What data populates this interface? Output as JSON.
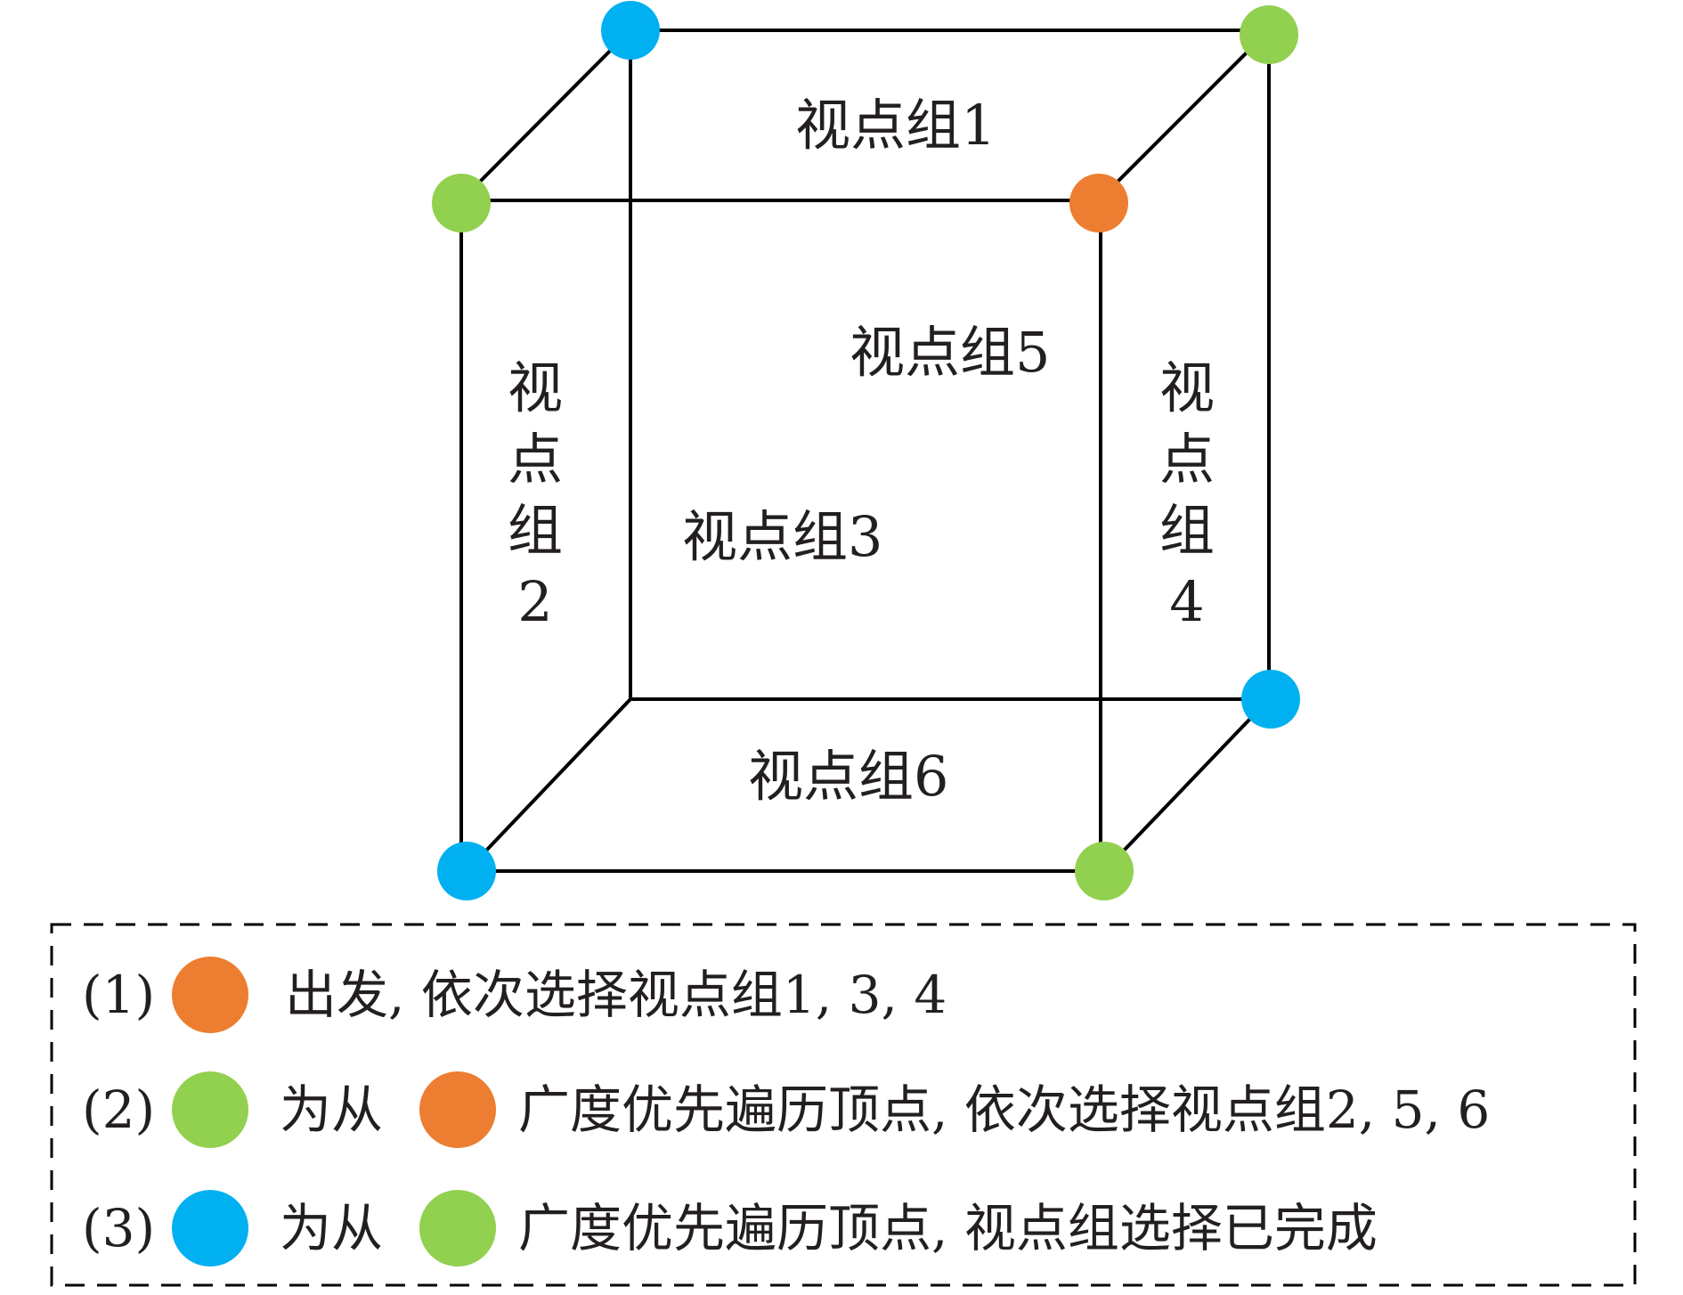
{
  "colors": {
    "orange": "#ed7d31",
    "green": "#92d050",
    "blue": "#00b0f0",
    "line": "#000000"
  },
  "faces": {
    "g1": "视点组1",
    "g3": "视点组3",
    "g5": "视点组5",
    "g6": "视点组6",
    "g2": [
      "视",
      "点",
      "组",
      "2"
    ],
    "g4": [
      "视",
      "点",
      "组",
      "4"
    ]
  },
  "legend": {
    "row1": {
      "num": "(1)",
      "text": "出发, 依次选择视点组1, 3, 4"
    },
    "row2": {
      "num": "(2)",
      "mid": "为从",
      "text": "广度优先遍历顶点, 依次选择视点组2, 5, 6"
    },
    "row3": {
      "num": "(3)",
      "mid": "为从",
      "text": "广度优先遍历顶点, 视点组选择已完成"
    }
  }
}
